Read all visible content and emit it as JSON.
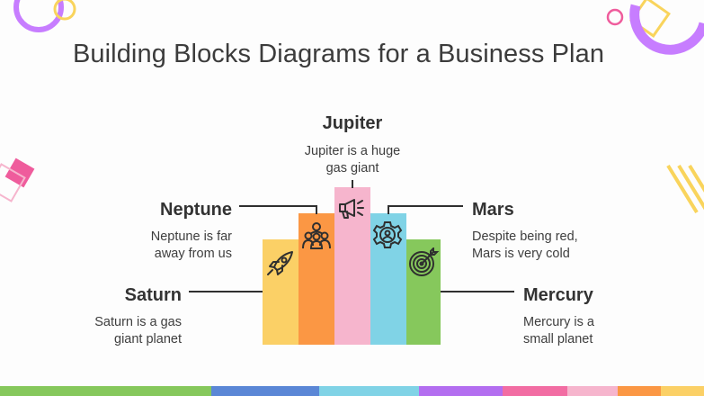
{
  "slide": {
    "title": "Building Blocks Diagrams for a Business Plan"
  },
  "blocks": {
    "saturn": {
      "title": "Saturn",
      "desc_line1": "Saturn is a gas",
      "desc_line2": "giant planet",
      "color": "#fbd066",
      "icon": "rocket-icon"
    },
    "neptune": {
      "title": "Neptune",
      "desc_line1": "Neptune is far",
      "desc_line2": "away from us",
      "color": "#fb9744",
      "icon": "users-icon"
    },
    "jupiter": {
      "title": "Jupiter",
      "desc_line1": "Jupiter is a huge",
      "desc_line2": "gas giant",
      "color": "#f6b5cd",
      "icon": "megaphone-icon"
    },
    "mars": {
      "title": "Mars",
      "desc_line1": "Despite being red,",
      "desc_line2": "Mars is very cold",
      "color": "#80d3e6",
      "icon": "gear-icon"
    },
    "mercury": {
      "title": "Mercury",
      "desc_line1": "Mercury is a",
      "desc_line2": "small planet",
      "color": "#86c85c",
      "icon": "target-icon"
    }
  },
  "bottom_strip_colors": [
    "#86c85c",
    "#5b87d6",
    "#80d3e6",
    "#b36ef0",
    "#f26da3",
    "#f6b5cd",
    "#fb9744",
    "#fbd066"
  ],
  "decor_colors": {
    "purple": "#c77dff",
    "yellow": "#f9d45c",
    "pink": "#ef5c9c"
  }
}
